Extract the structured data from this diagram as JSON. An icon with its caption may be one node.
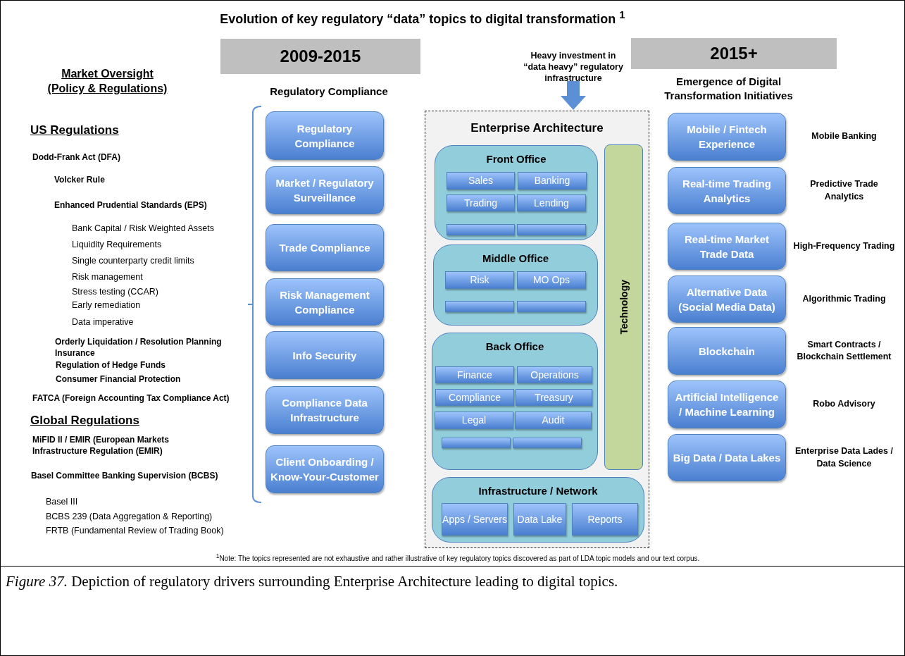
{
  "diagram": {
    "title": "Evolution of key regulatory “data” topics to digital transformation $^{1}$",
    "caption": "*Figure 37.* Depiction of regulatory drivers surrounding Enterprise Architecture leading to digital topics.",
    "nodes": [
      {
        "text": [
          "2009-2015"
        ]
      },
      {
        "text": [
          "2015+"
        ]
      },
      {
        "text": [
          "Heavy investment in “data heavy” regulatory infrastructure"
        ]
      },
      {
        "text": [
          "Regulatory Compliance"
        ]
      },
      {
        "text": [
          "Market / Regulatory Surveillance"
        ]
      },
      {
        "text": [
          "Trade Compliance"
        ]
      },
      {
        "text": [
          "Risk Management Compliance"
        ]
      },
      {
        "text": [
          "Info Security"
        ]
      },
      {
        "text": [
          "Compliance Data Infrastructure"
        ]
      },
      {
        "text": [
          "Client Onboarding / Know-Your-Customer"
        ]
      },
      {
        "text": [
          "Enterprise Architecture"
        ]
      },
      {
        "text": [
          "Front Office"
        ],
        "in": 10
      },
      {
        "text": [
          "Sales"
        ],
        "in": 11
      },
      {
        "text": [
          "Banking"
        ],
        "in": 11
      },
      {
        "text": [
          "Trading"
        ],
        "in": 11
      },
      {
        "text": [
          "Lending"
        ],
        "in": 11
      },
      {
        "text": [],
        "shape": "box",
        "in": 11
      },
      {
        "text": [],
        "shape": "box",
        "in": 11
      },
      {
        "text": [
          "Middle Office"
        ],
        "in": 10
      },
      {
        "text": [
          "Risk"
        ],
        "in": 18
      },
      {
        "text": [
          "MO Ops"
        ],
        "in": 18
      },
      {
        "text": [],
        "shape": "box",
        "in": 18
      },
      {
        "text": [],
        "shape": "box",
        "in": 18
      },
      {
        "text": [
          "Back Office"
        ],
        "in": 10
      },
      {
        "text": [
          "Finance"
        ],
        "in": 23
      },
      {
        "text": [
          "Operations"
        ],
        "in": 23
      },
      {
        "text": [
          "Compliance"
        ],
        "in": 23
      },
      {
        "text": [
          "Treasury"
        ],
        "in": 23
      },
      {
        "text": [
          "Legal"
        ],
        "in": 23
      },
      {
        "text": [
          "Audit"
        ],
        "in": 23
      },
      {
        "text": [],
        "shape": "box",
        "in": 23
      },
      {
        "text": [],
        "shape": "box",
        "in": 23
      },
      {
        "text": [
          "Technology"
        ],
        "in": 10
      },
      {
        "text": [
          "Infrastructure / Network"
        ],
        "in": 10
      },
      {
        "text": [
          "Apps / Servers"
        ],
        "in": 33
      },
      {
        "text": [
          "Data Lake"
        ],
        "in": 33
      },
      {
        "text": [
          "Reports"
        ],
        "in": 33
      },
      {
        "text": [
          "Mobile / Fintech Experience"
        ],
        "beside": [
          "Mobile Banking"
        ]
      },
      {
        "text": [
          "Real-time Trading Analytics"
        ],
        "beside": [
          "Predictive Trade Analytics"
        ]
      },
      {
        "text": [
          "Real-time Market Trade Data"
        ],
        "beside": [
          "High-Frequency Trading"
        ]
      },
      {
        "text": [
          "Alternative Data (Social Media Data)"
        ],
        "beside": [
          "Algorithmic Trading"
        ]
      },
      {
        "text": [
          "Blockchain"
        ],
        "beside": [
          "Smart Contracts / Blockchain Settlement"
        ]
      },
      {
        "text": [
          "Artificial Intelligence / Machine Learning"
        ],
        "beside": [
          "Robo Advisory"
        ]
      },
      {
        "text": [
          "Big Data / Data Lakes"
        ],
        "beside": [
          "Enterprise Data Lades / Data Science"
        ]
      }
    ],
    "edges": [
      {
        "from": 2,
        "to": 10,
        "arrow": "to"
      }
    ],
    "labels": [
      "Market Oversight (Policy & Regulations)",
      "US Regulations",
      "Dodd-Frank Act (DFA)",
      "Volcker Rule",
      "Enhanced Prudential Standards (EPS)",
      "Bank Capital / Risk Weighted Assets",
      "Liquidity Requirements",
      "Single counterparty credit limits",
      "Risk management",
      "Stress testing (CCAR)",
      "Early remediation",
      "Data imperative",
      "Orderly Liquidation / Resolution Planning Insurance",
      "Regulation of Hedge Funds",
      "Consumer Financial Protection",
      "FATCA (Foreign Accounting Tax Compliance Act)",
      "Global Regulations",
      "MiFID II / EMIR (European Markets Infrastructure Regulation (EMIR)",
      "Basel Committee Banking Supervision (BCBS)",
      "Basel III",
      "BCBS 239 (Data Aggregation & Reporting)",
      "FRTB (Fundamental Review of Trading Book)",
      "Regulatory Compliance",
      "Emergence of Digital Transformation Initiatives",
      "$^{1}$Note: The topics represented are not exhaustive and rather illustrative of key regulatory topics discovered as part of LDA topic models and our text corpus."
    ]
  }
}
